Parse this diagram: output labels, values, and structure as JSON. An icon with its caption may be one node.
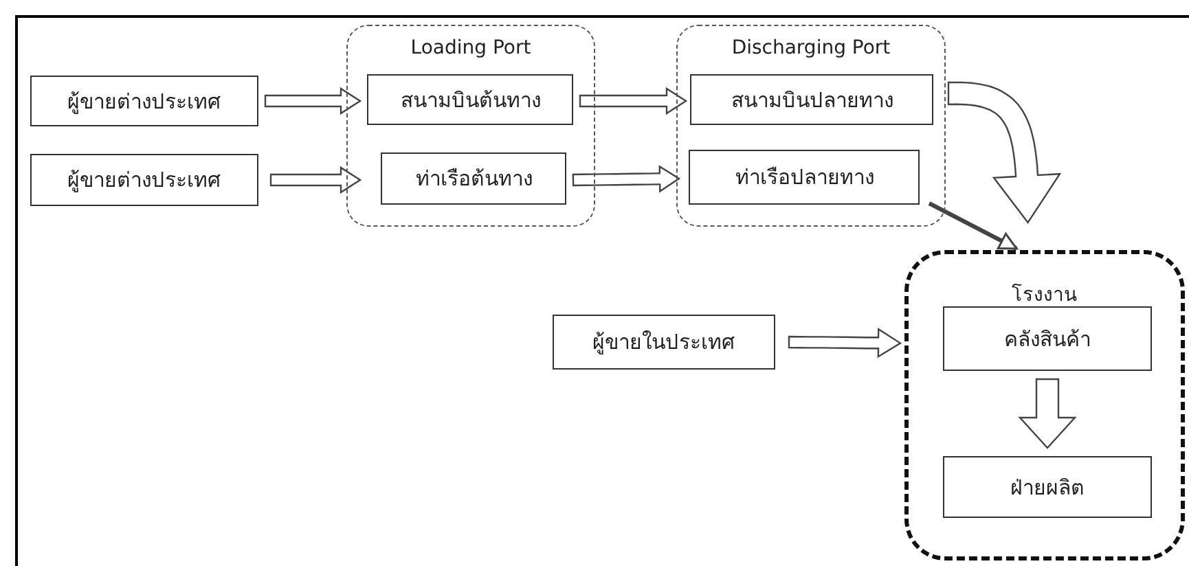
{
  "diagram": {
    "nodes": [
      {
        "text": [
          "ผู้ขายต่างประเทศ"
        ]
      },
      {
        "text": [
          "ผู้ขายต่างประเทศ"
        ]
      },
      {
        "text": [
          "Loading Port"
        ]
      },
      {
        "text": [
          "สนามบินต้นทาง"
        ],
        "in": 2
      },
      {
        "text": [
          "ท่าเรือต้นทาง"
        ],
        "in": 2
      },
      {
        "text": [
          "Discharging Port"
        ]
      },
      {
        "text": [
          "สนามบินปลายทาง"
        ],
        "in": 5
      },
      {
        "text": [
          "ท่าเรือปลายทาง"
        ],
        "in": 5
      },
      {
        "text": [
          "ผู้ขายในประเทศ"
        ]
      },
      {
        "text": [
          "โรงงาน"
        ]
      },
      {
        "text": [
          "คลังสินค้า"
        ],
        "in": 9
      },
      {
        "text": [
          "ฝ่ายผลิต"
        ],
        "in": 9
      }
    ],
    "edges": [
      {
        "from": 0,
        "to": 3,
        "arrow": "to"
      },
      {
        "from": 1,
        "to": 4,
        "arrow": "to"
      },
      {
        "from": 3,
        "to": 6,
        "arrow": "to"
      },
      {
        "from": 4,
        "to": 7,
        "arrow": "to"
      },
      {
        "from": 6,
        "to": 9,
        "arrow": "to"
      },
      {
        "from": 7,
        "to": 9,
        "arrow": "to"
      },
      {
        "from": 8,
        "to": 9,
        "arrow": "to"
      },
      {
        "from": 10,
        "to": 11,
        "arrow": "to"
      }
    ]
  }
}
